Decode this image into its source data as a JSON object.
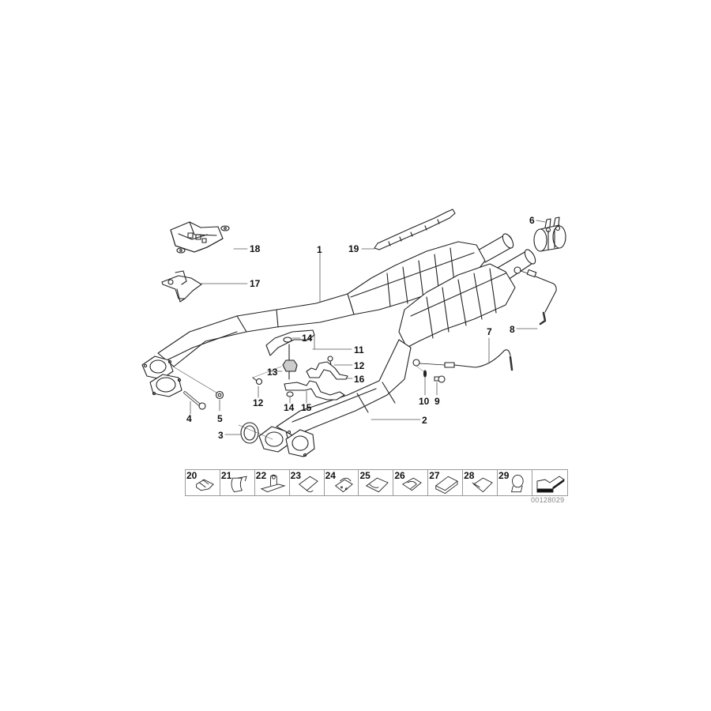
{
  "diagram": {
    "title": "Exhaust system front section / catalytic converters exploded view",
    "image_code": "00128029",
    "callouts": [
      {
        "id": "1",
        "label": "1",
        "part": "Front pipe with catalytic converter (left)"
      },
      {
        "id": "2",
        "label": "2",
        "part": "Front pipe with catalytic converter (right)"
      },
      {
        "id": "3",
        "label": "3",
        "part": "Gasket ring"
      },
      {
        "id": "4",
        "label": "4",
        "part": "Bolt"
      },
      {
        "id": "5",
        "label": "5",
        "part": "Nut"
      },
      {
        "id": "6",
        "label": "6",
        "part": "Double clamp"
      },
      {
        "id": "7",
        "label": "7",
        "part": "Oxygen sensor"
      },
      {
        "id": "8",
        "label": "8",
        "part": "Oxygen sensor"
      },
      {
        "id": "9",
        "label": "9",
        "part": "Plug screw"
      },
      {
        "id": "10",
        "label": "10",
        "part": "Seal ring"
      },
      {
        "id": "11",
        "label": "11",
        "part": "Bracket"
      },
      {
        "id": "12a",
        "label": "12",
        "part": "Bolt"
      },
      {
        "id": "12b",
        "label": "12",
        "part": "Bolt"
      },
      {
        "id": "13",
        "label": "13",
        "part": "Rubber mounting"
      },
      {
        "id": "14a",
        "label": "14",
        "part": "Nut"
      },
      {
        "id": "14b",
        "label": "14",
        "part": "Nut"
      },
      {
        "id": "15",
        "label": "15",
        "part": "Clamp lower"
      },
      {
        "id": "16",
        "label": "16",
        "part": "Clamp upper"
      },
      {
        "id": "17",
        "label": "17",
        "part": "Holder"
      },
      {
        "id": "18",
        "label": "18",
        "part": "Cable holder box"
      },
      {
        "id": "19",
        "label": "19",
        "part": "Heat shield strip"
      }
    ],
    "clip_strip": {
      "items": [
        {
          "label": "20"
        },
        {
          "label": "21"
        },
        {
          "label": "22"
        },
        {
          "label": "23"
        },
        {
          "label": "24"
        },
        {
          "label": "25"
        },
        {
          "label": "26"
        },
        {
          "label": "27"
        },
        {
          "label": "28"
        },
        {
          "label": "29"
        },
        {
          "label": ""
        }
      ],
      "last_icon": "arrow-forward-icon"
    }
  }
}
